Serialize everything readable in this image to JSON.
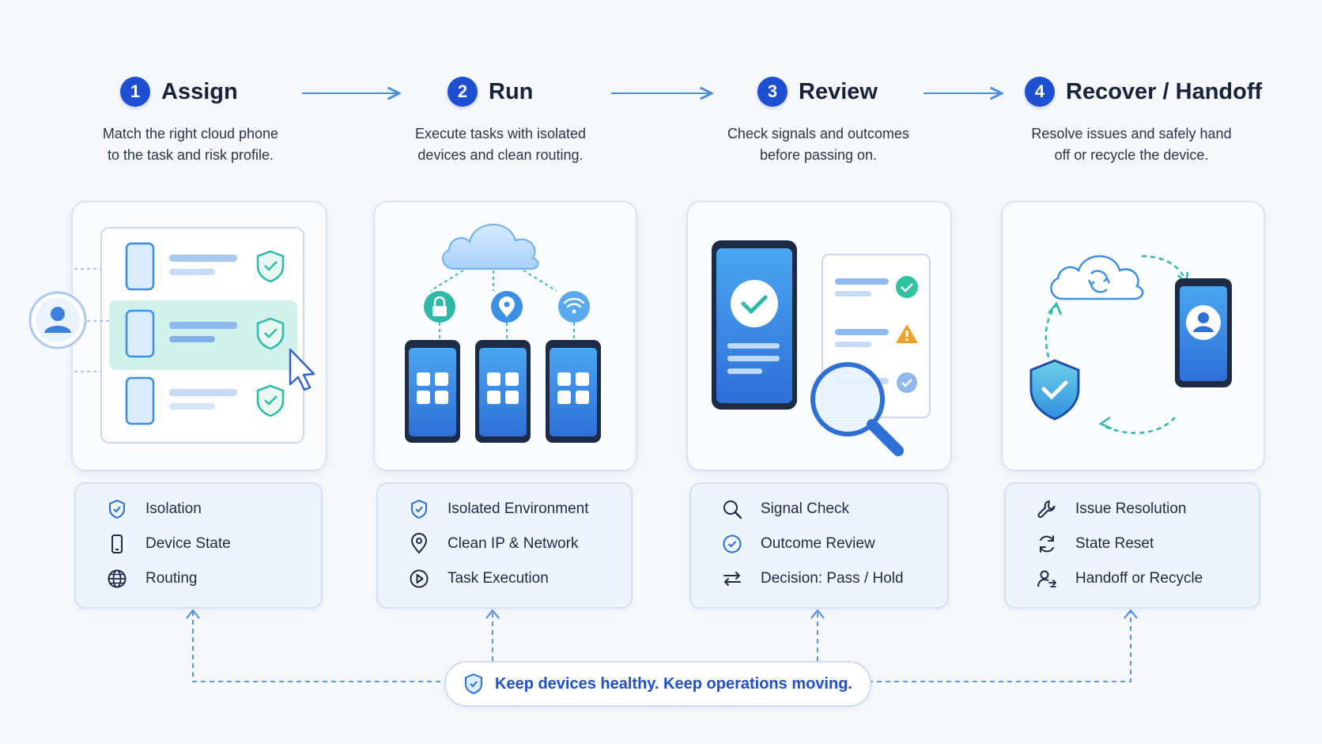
{
  "steps": [
    {
      "number": "1",
      "title": "Assign",
      "desc1": "Match the right cloud phone",
      "desc2": "to the task and risk profile.",
      "features": [
        "Isolation",
        "Device State",
        "Routing"
      ]
    },
    {
      "number": "2",
      "title": "Run",
      "desc1": "Execute tasks with isolated",
      "desc2": "devices and clean routing.",
      "features": [
        "Isolated Environment",
        "Clean IP & Network",
        "Task Execution"
      ]
    },
    {
      "number": "3",
      "title": "Review",
      "desc1": "Check signals and outcomes",
      "desc2": "before passing on.",
      "features": [
        "Signal Check",
        "Outcome Review",
        "Decision: Pass / Hold"
      ]
    },
    {
      "number": "4",
      "title": "Recover / Handoff",
      "desc1": "Resolve issues and safely hand",
      "desc2": "off or recycle the device.",
      "features": [
        "Issue Resolution",
        "State Reset",
        "Handoff or Recycle"
      ]
    }
  ],
  "banner": {
    "text": "Keep devices healthy. Keep operations moving."
  },
  "colors": {
    "primary": "#1f4fd1",
    "accent": "#3b8fe6",
    "teal": "#2fb8a8",
    "warning": "#f0a22c"
  }
}
